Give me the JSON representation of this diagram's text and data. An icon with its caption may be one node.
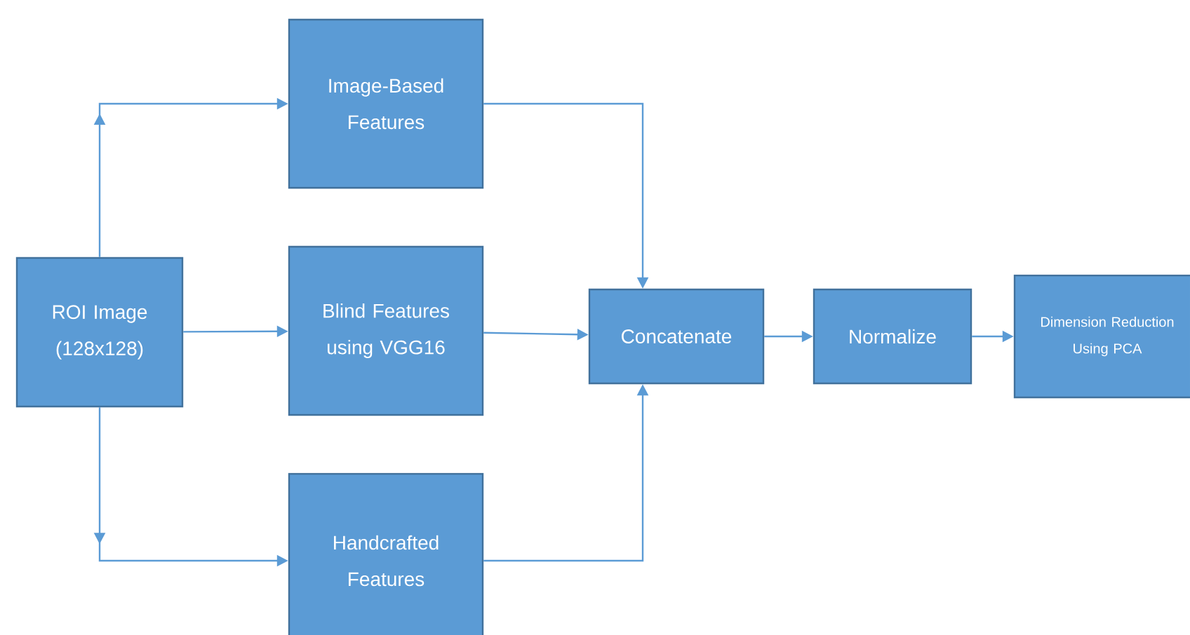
{
  "diagram": {
    "nodes": [
      {
        "text": [
          "ROI Image (128x128)"
        ]
      },
      {
        "text": [
          "Image-Based Features"
        ]
      },
      {
        "text": [
          "Blind Features using VGG16"
        ]
      },
      {
        "text": [
          "Handcrafted Features"
        ]
      },
      {
        "text": [
          "Concatenate"
        ]
      },
      {
        "text": [
          "Normalize"
        ]
      },
      {
        "text": [
          "Dimension Reduction Using PCA"
        ]
      }
    ],
    "edges": [
      {
        "from": 0,
        "to": 1,
        "arrow": "to"
      },
      {
        "from": 0,
        "to": 2,
        "arrow": "to"
      },
      {
        "from": 0,
        "to": 3,
        "arrow": "to"
      },
      {
        "from": 1,
        "to": 4,
        "arrow": "to"
      },
      {
        "from": 2,
        "to": 4,
        "arrow": "to"
      },
      {
        "from": 3,
        "to": 4,
        "arrow": "to"
      },
      {
        "from": 4,
        "to": 5,
        "arrow": "to"
      },
      {
        "from": 5,
        "to": 6,
        "arrow": "to"
      }
    ]
  }
}
